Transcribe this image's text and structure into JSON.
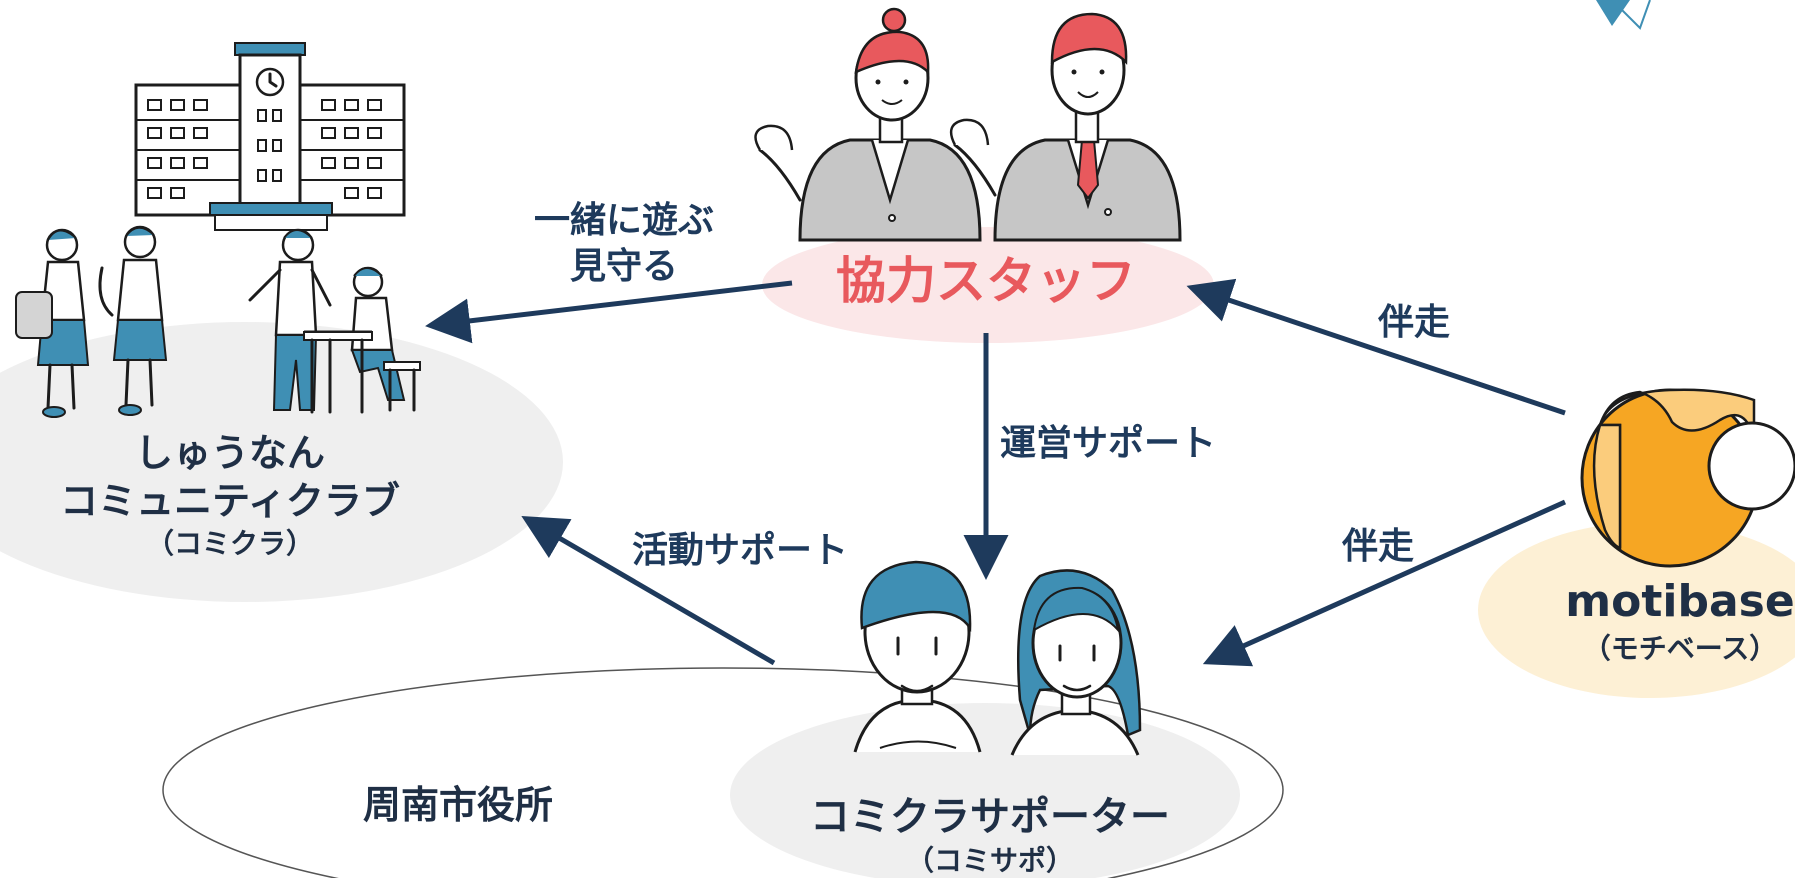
{
  "nodes": {
    "club": {
      "line1": "しゅうなん",
      "line2": "コミュニティクラブ",
      "line3": "（コミクラ）"
    },
    "staff": {
      "label": "協力スタッフ"
    },
    "supporter": {
      "line1": "コミクラサポーター",
      "line2": "（コミサポ）"
    },
    "motibase": {
      "line1": "motibase",
      "line2": "（モチベース）"
    },
    "city_hall": {
      "label": "周南市役所"
    }
  },
  "edges": {
    "staff_to_club": {
      "line1": "一緒に遊ぶ",
      "line2": "見守る"
    },
    "staff_to_supporter": {
      "label": "運営サポート"
    },
    "supporter_to_club": {
      "label": "活動サポート"
    },
    "motibase_to_staff": {
      "label": "伴走"
    },
    "motibase_to_supporter": {
      "label": "伴走"
    }
  },
  "colors": {
    "navy": "#1e3a5c",
    "staff_red": "#e8595d",
    "staff_bg": "#fbe7e8",
    "gray_bg": "#efefef",
    "motibase_orange": "#f6a623",
    "motibase_bg": "#fdf0d5",
    "school_blue": "#3f8fb4"
  },
  "icons": {
    "school": "school-building-icon",
    "students": "students-icon",
    "staff": "business-staff-icon",
    "supporters": "supporter-people-icon",
    "motibase_logo": "motibase-logo-icon",
    "corner": "corner-decoration-icon"
  }
}
